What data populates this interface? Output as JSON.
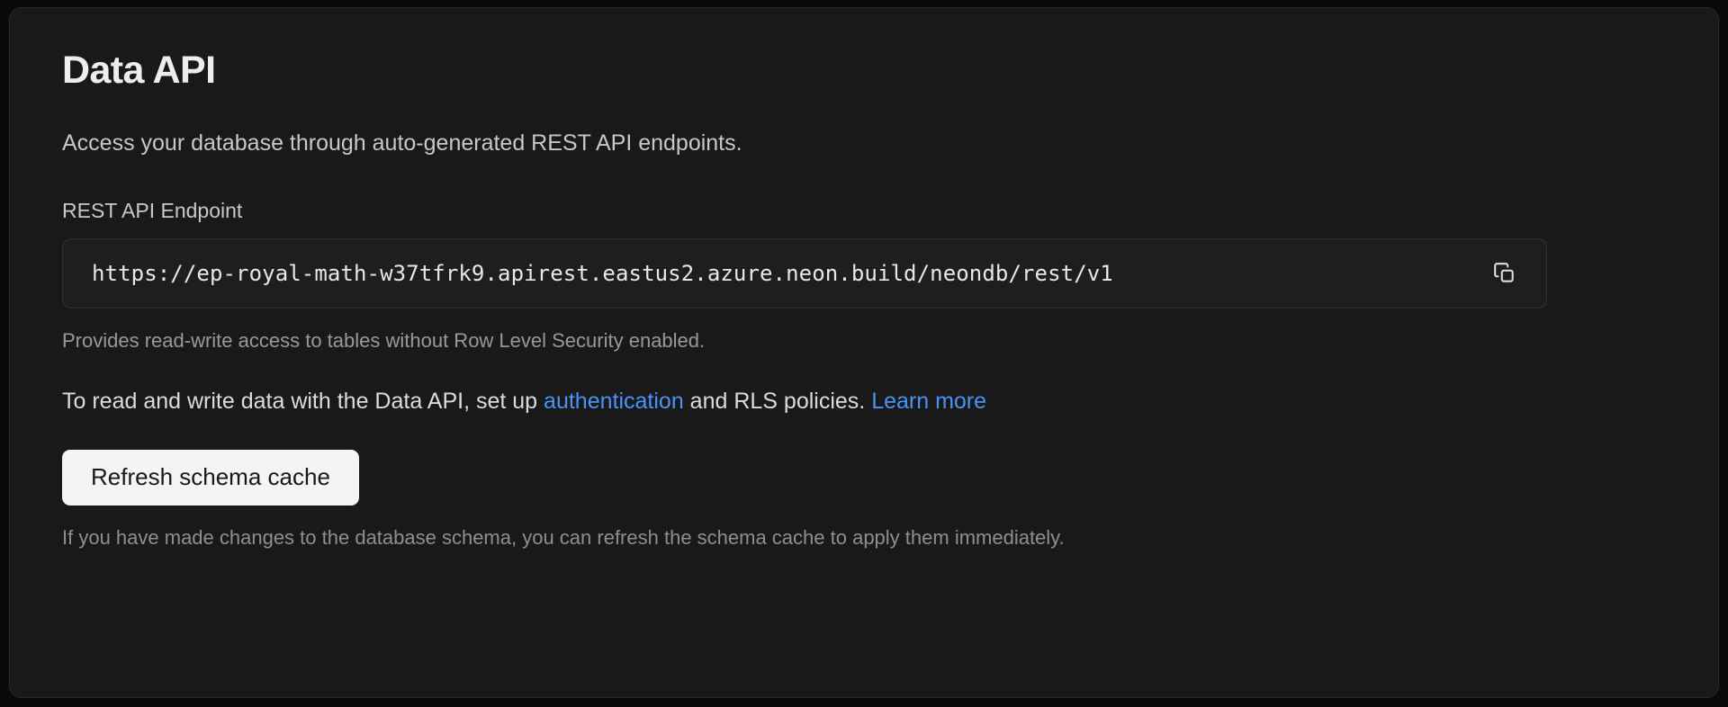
{
  "card": {
    "title": "Data API",
    "subtitle": "Access your database through auto-generated REST API endpoints.",
    "endpoint": {
      "label": "REST API Endpoint",
      "value": "https://ep-royal-math-w37tfrk9.apirest.eastus2.azure.neon.build/neondb/rest/v1",
      "copy_icon": "copy-icon",
      "helper": "Provides read-write access to tables without Row Level Security enabled."
    },
    "policy": {
      "prefix": "To read and write data with the Data API, set up ",
      "auth_link": "authentication",
      "middle": " and RLS policies. ",
      "learn_more_link": "Learn more"
    },
    "refresh_button": "Refresh schema cache",
    "footer": "If you have made changes to the database schema, you can refresh the schema cache to apply them immediately."
  },
  "colors": {
    "page_background": "#0a0a0a",
    "card_background": "#191919",
    "card_border": "#2b2b2b",
    "input_background": "#1e1e1e",
    "input_border": "#333333",
    "title": "#ededed",
    "link": "#4a94f5",
    "button_background": "#f4f4f4",
    "button_text": "#17181a",
    "muted_text": "#999999"
  }
}
